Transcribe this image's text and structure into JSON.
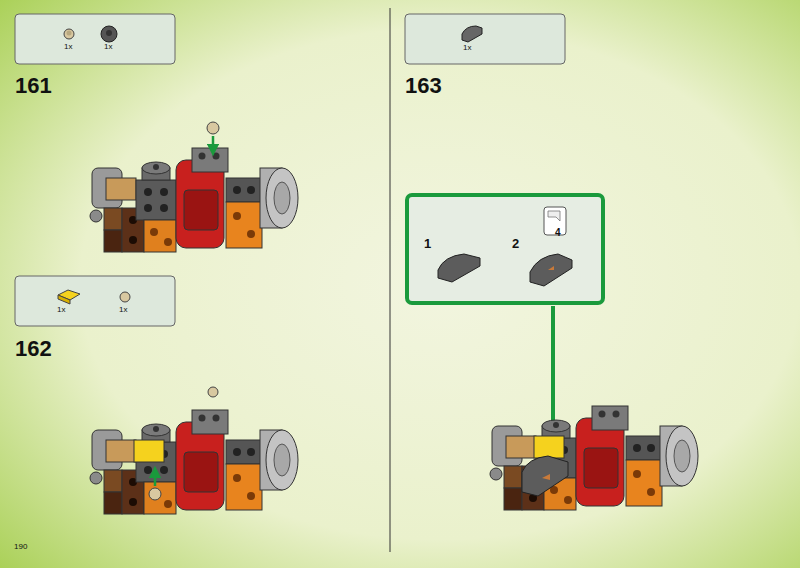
{
  "diagram": {
    "nodes": [
      {
        "text": [
          "1x",
          "1x"
        ]
      },
      {
        "text": [
          "1x",
          "1x"
        ]
      },
      {
        "text": [
          "1x"
        ]
      },
      {
        "text": [
          "1",
          "2"
        ]
      },
      {
        "text": [
          "4"
        ],
        "in": 3
      }
    ],
    "labels": [
      "161",
      "162",
      "163",
      "190"
    ]
  }
}
